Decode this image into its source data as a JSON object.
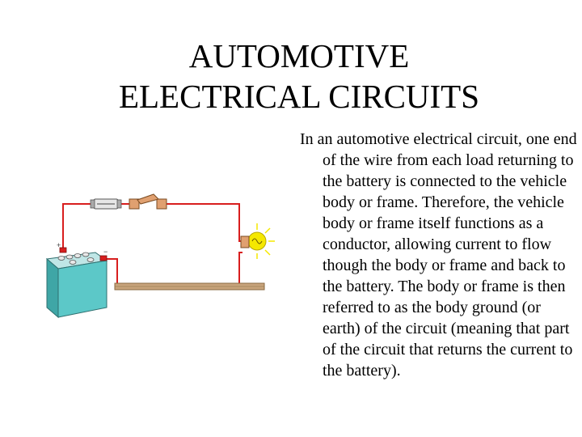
{
  "slide": {
    "title_line1": "AUTOMOTIVE",
    "title_line2": "ELECTRICAL CIRCUITS",
    "body": "In an automotive electrical circuit, one end of the wire from each load returning to the battery is connected to the vehicle body or frame. Therefore, the vehicle body or frame itself functions as a conductor, allowing current to flow though the body or frame and back to the battery. The body or frame is then referred to as the body ground (or earth) of the circuit (meaning that part of the circuit that returns the current to the battery)."
  },
  "diagram": {
    "battery_plus": "+",
    "battery_minus": "−",
    "colors": {
      "wire": "#d81e1e",
      "battery": "#5cc8c8",
      "battery_top": "#bfe6e6",
      "bulb_glow": "#f5e800",
      "frame": "#c8a47c",
      "fuse": "#e6e6e6",
      "switch": "#e0a070"
    }
  }
}
